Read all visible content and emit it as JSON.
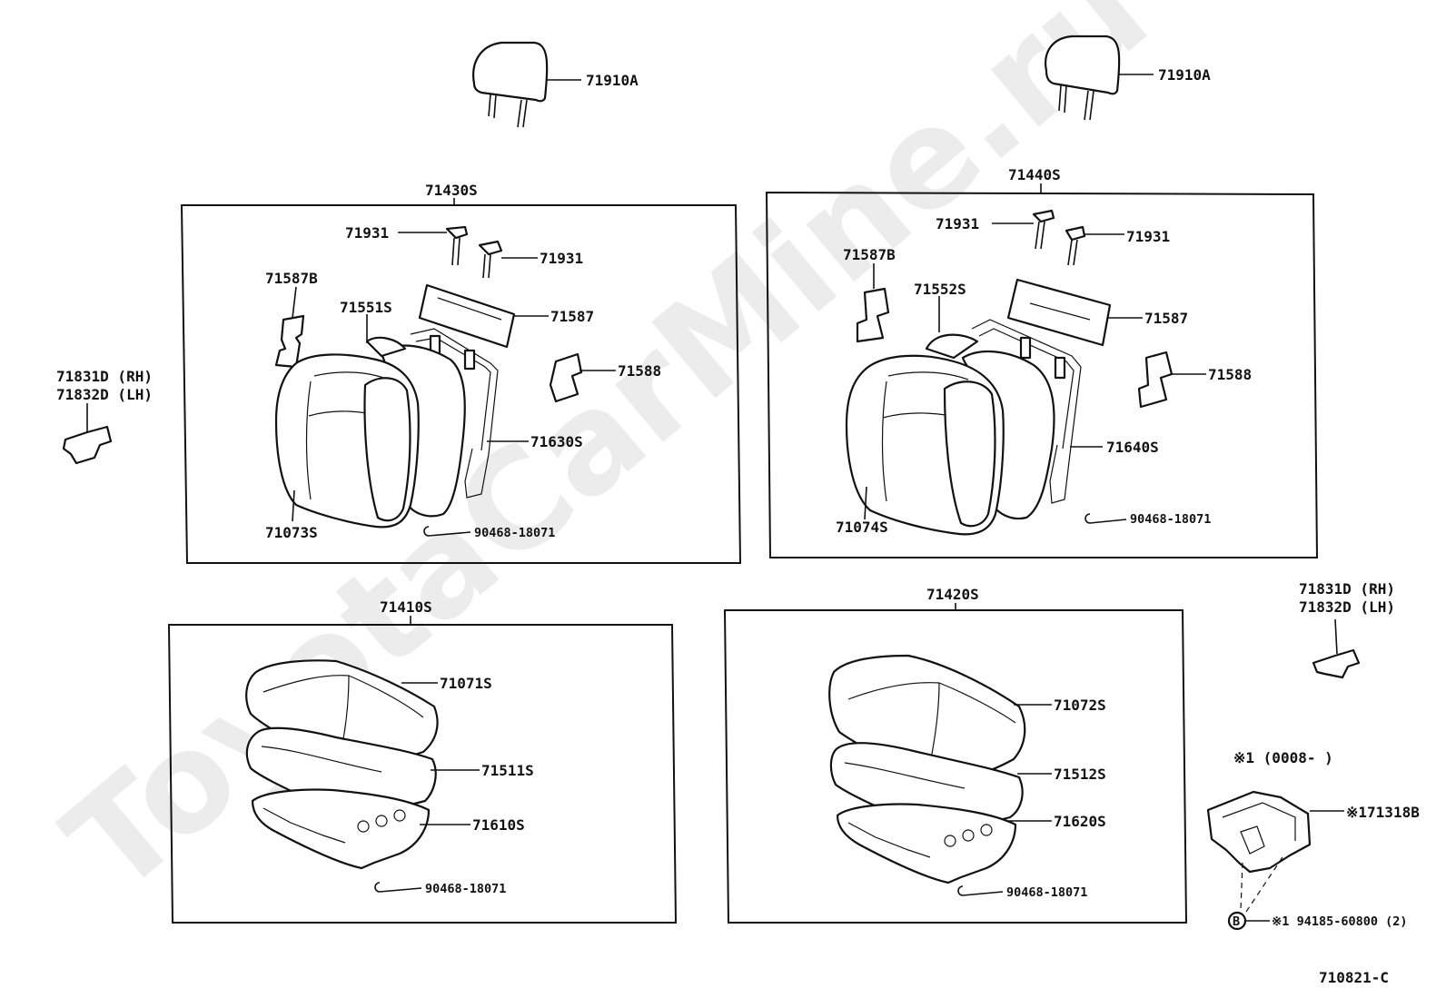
{
  "watermark": "ToyotaCarMine.ru",
  "drawing_code": "710821-C",
  "left_back_assembly": {
    "assembly": "71430S",
    "headrest": "71910A",
    "support_a": "71931",
    "support_b": "71931",
    "cover_b": "71587B",
    "pad": "71551S",
    "panel": "71587",
    "cover": "71588",
    "frame": "71630S",
    "back_cover": "71073S",
    "clip": "90468-18071"
  },
  "right_back_assembly": {
    "assembly": "71440S",
    "headrest": "71910A",
    "support_a": "71931",
    "support_b": "71931",
    "cover_b": "71587B",
    "pad": "71552S",
    "panel": "71587",
    "cover": "71588",
    "frame": "71640S",
    "back_cover": "71074S",
    "clip": "90468-18071"
  },
  "left_cushion_assembly": {
    "assembly": "71410S",
    "cover": "71071S",
    "pad": "71511S",
    "frame": "71610S",
    "clip": "90468-18071"
  },
  "right_cushion_assembly": {
    "assembly": "71420S",
    "cover": "71072S",
    "pad": "71512S",
    "frame": "71620S",
    "clip": "90468-18071"
  },
  "hinge_left": {
    "rh": "71831D (RH)",
    "lh": "71832D (LH)"
  },
  "hinge_right": {
    "rh": "71831D (RH)",
    "lh": "71832D (LH)"
  },
  "bracket": {
    "note": "※1 (0008-      )",
    "part": "※171318B",
    "bolt_symbol": "B",
    "bolt": "※1 94185-60800 (2)"
  }
}
